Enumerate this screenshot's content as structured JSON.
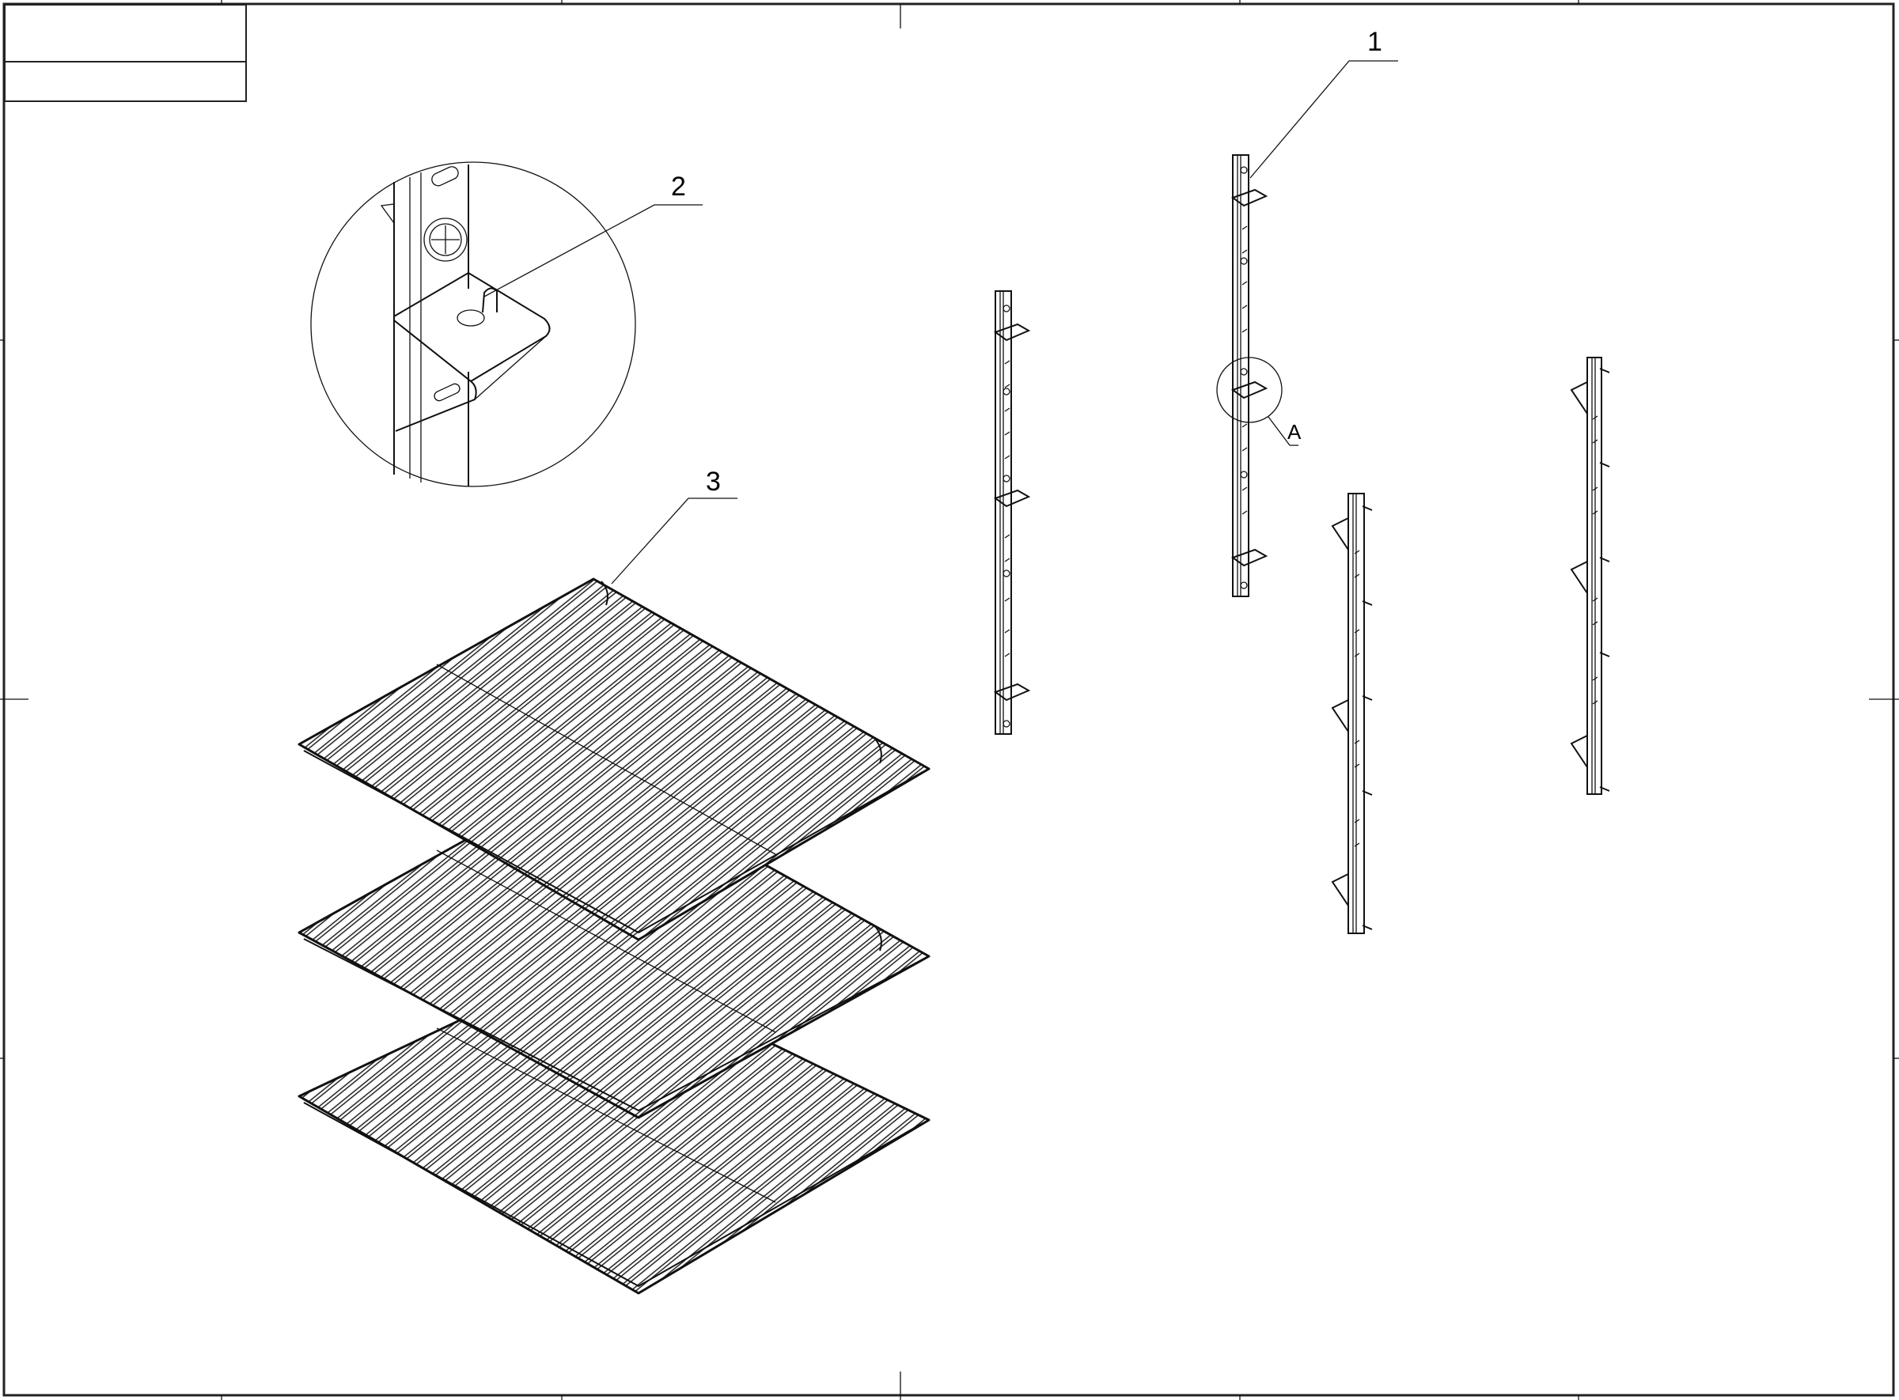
{
  "drawing": {
    "type": "exploded isometric assembly drawing",
    "subject": "shelf rack assembly: wall rails with brackets and wire shelves",
    "title_block": {
      "row1": "",
      "row2": ""
    },
    "callouts": [
      {
        "id": "1",
        "label": "1",
        "target": "vertical support rail with shelf brackets"
      },
      {
        "id": "2",
        "label": "2",
        "target": "shelf bracket clip (detail A)"
      },
      {
        "id": "3",
        "label": "3",
        "target": "wire shelf"
      }
    ],
    "detail_view": {
      "label": "A"
    },
    "parts": {
      "rails_with_flat_brackets": 2,
      "rails_with_triangular_brackets": 2,
      "wire_shelves": 3
    }
  },
  "colors": {
    "line": "#111111",
    "background": "#ffffff"
  }
}
